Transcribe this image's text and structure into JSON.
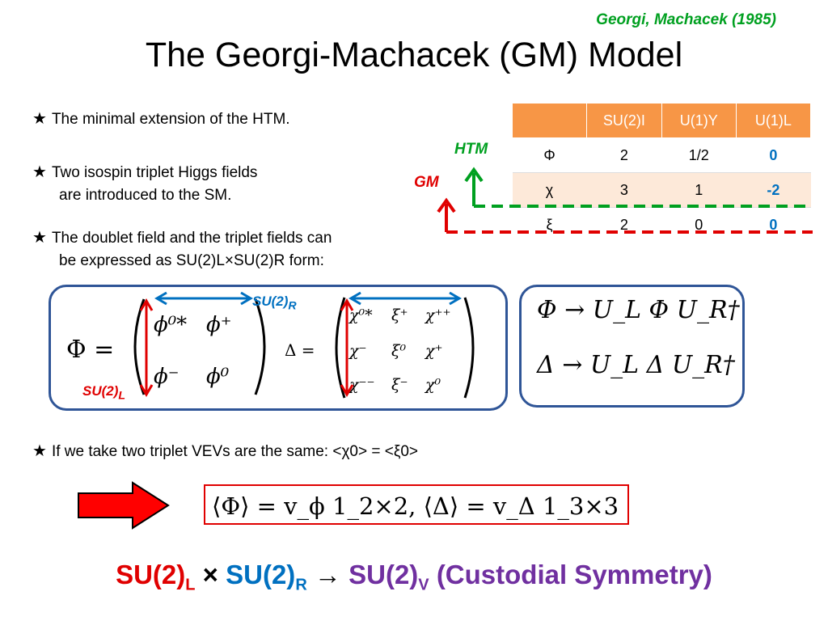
{
  "citation": "Georgi, Machacek (1985)",
  "title": "The Georgi-Machacek (GM) Model",
  "bullets": {
    "b1": "The minimal extension of the HTM.",
    "b2_l1": "Two isospin triplet Higgs fields",
    "b2_l2": "are introduced to the SM.",
    "b3_l1": "The doublet field and the triplet fields can",
    "b3_l2": "be expressed as SU(2)L×SU(2)R form:",
    "b4": "If we take two triplet VEVs are the same: <χ0> = <ξ0>"
  },
  "table": {
    "headers": [
      "",
      "SU(2)I",
      "U(1)Y",
      "U(1)L"
    ],
    "rows": [
      [
        "Φ",
        "2",
        "1/2",
        "0"
      ],
      [
        "χ",
        "3",
        "1",
        "-2"
      ],
      [
        "ξ",
        "2",
        "0",
        "0"
      ]
    ]
  },
  "labels": {
    "htm": "HTM",
    "gm": "GM",
    "su2r": "SU(2)",
    "su2r_sub": "R",
    "su2l": "SU(2)",
    "su2l_sub": "L"
  },
  "math": {
    "phi_lhs": "Φ =",
    "phi_matrix": [
      [
        "ϕ⁰*",
        "ϕ⁺"
      ],
      [
        "ϕ⁻",
        "ϕ⁰"
      ]
    ],
    "delta_lhs": "Δ =",
    "delta_matrix": [
      [
        "χ⁰*",
        "ξ⁺",
        "χ⁺⁺"
      ],
      [
        "χ⁻",
        "ξ⁰",
        "χ⁺"
      ],
      [
        "χ⁻⁻",
        "ξ⁻",
        "χ⁰"
      ]
    ],
    "transform1": "Φ → U_L Φ U_R†",
    "transform2": "Δ → U_L Δ U_R†",
    "vev": "⟨Φ⟩ = v_ϕ 1_2×2,   ⟨Δ⟩ = v_Δ 1_3×3"
  },
  "summary": {
    "p1": "SU(2)",
    "p1_sub": "L",
    "times": "×",
    "p2": "SU(2)",
    "p2_sub": "R",
    "arrow": "→",
    "p3": "SU(2)",
    "p3_sub": "V",
    "p4": "(Custodial Symmetry)"
  },
  "colors": {
    "red": "#e00000",
    "blue": "#0070c0",
    "green": "#00a020",
    "purple": "#7030a0",
    "table_header": "#f79646",
    "box_border": "#2f5597"
  }
}
